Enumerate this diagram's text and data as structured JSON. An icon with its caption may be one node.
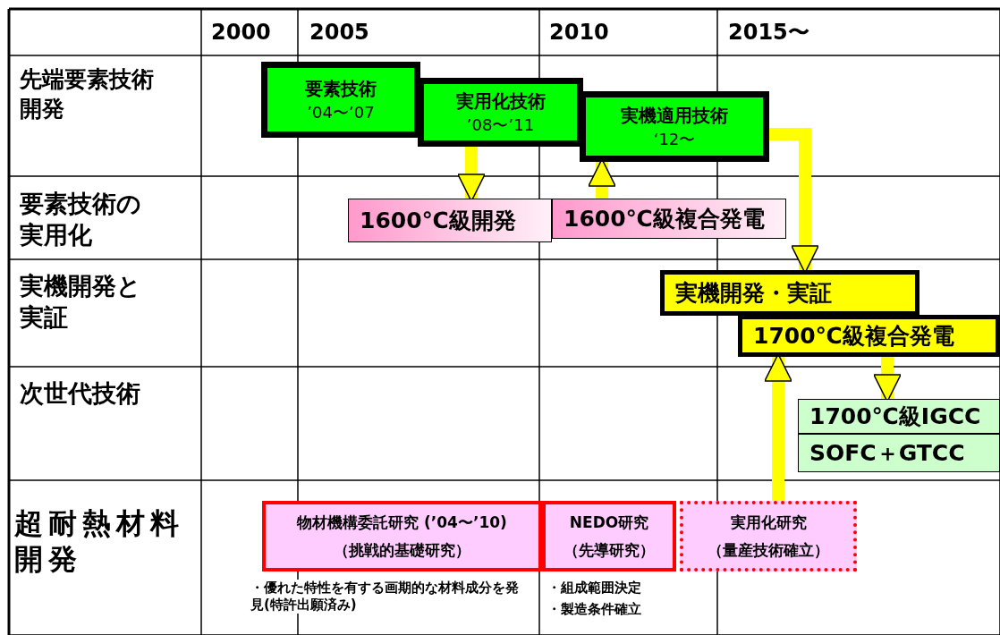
{
  "diagram": {
    "nodes": [
      {
        "text": [
          "要素技術",
          "’04〜’07"
        ]
      },
      {
        "text": [
          "実用化技術",
          "’08〜’11"
        ]
      },
      {
        "text": [
          "実機適用技術",
          "‘12〜"
        ]
      },
      {
        "text": [
          "1600℃級開発"
        ]
      },
      {
        "text": [
          "1600℃級複合発電"
        ]
      },
      {
        "text": [
          "実機開発・実証"
        ]
      },
      {
        "text": [
          "1700℃級複合発電"
        ]
      },
      {
        "text": [
          "1700℃級IGCC"
        ]
      },
      {
        "text": [
          "SOFC＋GTCC"
        ]
      },
      {
        "text": [
          "物材機構委託研究 (’04〜’10)",
          "（挑戦的基礎研究）"
        ],
        "beside": [
          "・優れた特性を有する画期的な材料成分を発見(特許出願済み)"
        ]
      },
      {
        "text": [
          "NEDO研究",
          "（先導研究）"
        ],
        "beside": [
          "・組成範囲決定",
          "・製造条件確立"
        ]
      },
      {
        "text": [
          "実用化研究",
          "（量産技術確立）"
        ]
      }
    ],
    "edges": [
      {
        "from": 1,
        "to": 3,
        "arrow": "to"
      },
      {
        "from": 4,
        "to": 2,
        "arrow": "to"
      },
      {
        "from": 2,
        "to": 5,
        "arrow": "to"
      },
      {
        "from": 11,
        "to": 6,
        "arrow": "to"
      },
      {
        "from": 6,
        "to": 7,
        "arrow": "to"
      }
    ],
    "labels": [
      "2000",
      "2005",
      "2010",
      "2015〜",
      "先端要素技術開発",
      "要素技術の実用化",
      "実機開発と実証",
      "次世代技術",
      "超耐熱材料開発"
    ]
  }
}
